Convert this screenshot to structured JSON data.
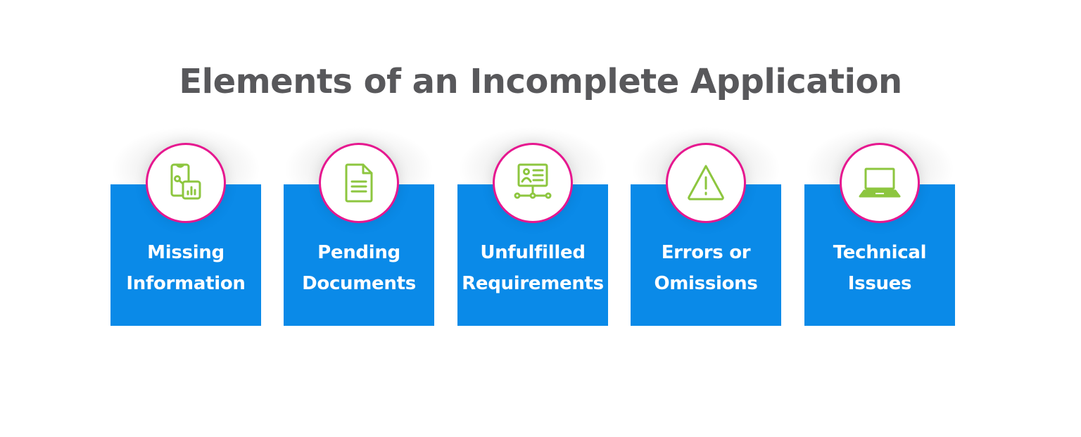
{
  "title": "Elements of an Incomplete Application",
  "colors": {
    "card_background": "#0a8ae8",
    "circle_border": "#e6178f",
    "icon_color": "#8dc63f",
    "title_color": "#58585b",
    "label_color": "#ffffff"
  },
  "cards": [
    {
      "icon": "phone-chart-icon",
      "line1": "Missing",
      "line2": "Information"
    },
    {
      "icon": "document-icon",
      "line1": "Pending",
      "line2": "Documents"
    },
    {
      "icon": "id-card-network-icon",
      "line1": "Unfulfilled",
      "line2": "Requirements"
    },
    {
      "icon": "warning-triangle-icon",
      "line1": "Errors or",
      "line2": "Omissions"
    },
    {
      "icon": "laptop-icon",
      "line1": "Technical",
      "line2": "Issues"
    }
  ]
}
